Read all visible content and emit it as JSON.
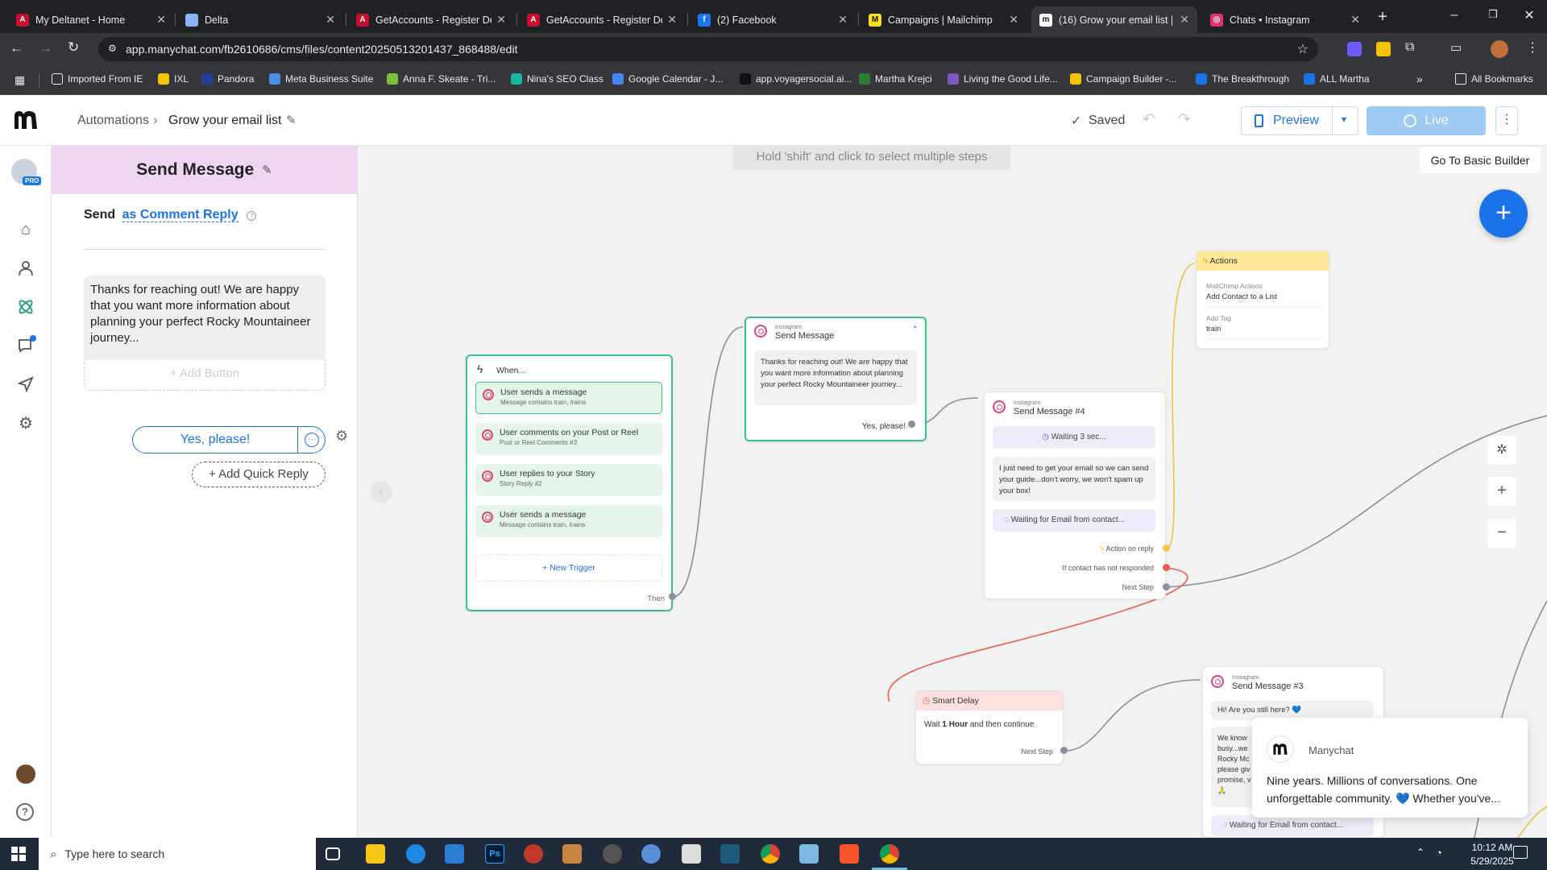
{
  "browser": {
    "tabs": [
      {
        "title": "My Deltanet - Home",
        "color": "#c8102e",
        "glyph": "A"
      },
      {
        "title": "Delta",
        "color": "#8ab4f8",
        "glyph": ""
      },
      {
        "title": "GetAccounts - Register De",
        "color": "#c8102e",
        "glyph": "A"
      },
      {
        "title": "GetAccounts - Register De",
        "color": "#c8102e",
        "glyph": "A"
      },
      {
        "title": "(2) Facebook",
        "color": "#1877f2",
        "glyph": "f"
      },
      {
        "title": "Campaigns | Mailchimp",
        "color": "#ffe01b",
        "glyph": "M"
      },
      {
        "title": "(16) Grow your email list |",
        "color": "#ffffff",
        "glyph": "m"
      },
      {
        "title": "Chats • Instagram",
        "color": "#e1306c",
        "glyph": "◎"
      }
    ],
    "url": "app.manychat.com/fb2610686/cms/files/content20250513201437_868488/edit",
    "bookmarks": [
      "Imported From IE",
      "IXL",
      "Pandora",
      "Meta Business Suite",
      "Anna F. Skeate - Tri...",
      "Nina's SEO Class",
      "Google Calendar - J...",
      "app.voyagersocial.ai...",
      "Martha Krejci",
      "Living the Good Life...",
      "Campaign Builder -...",
      "The Breakthrough",
      "ALL Martha"
    ],
    "all_bookmarks": "All Bookmarks"
  },
  "header": {
    "breadcrumb_root": "Automations",
    "breadcrumb_current": "Grow your email list",
    "saved": "Saved",
    "preview": "Preview",
    "live": "Live"
  },
  "rail": {
    "pro_badge": "PRO"
  },
  "panel": {
    "title": "Send Message",
    "send_prefix": "Send",
    "send_mode": "as Comment Reply",
    "message": "Thanks for reaching out!  We are happy that you want more information about planning your perfect Rocky Mountaineer journey...",
    "add_button": "+ Add Button",
    "quick_reply": "Yes, please!",
    "add_quick_reply": "+ Add Quick Reply"
  },
  "canvas": {
    "hint": "Hold 'shift' and click to select multiple steps",
    "basic_builder": "Go To Basic Builder",
    "trigger_node": {
      "title": "When...",
      "triggers": [
        {
          "label": "User sends a message",
          "sub": "Message contains train, trains"
        },
        {
          "label": "User comments on your Post or Reel",
          "sub": "Post or Reel Comments #3"
        },
        {
          "label": "User replies to your Story",
          "sub": "Story Reply #2"
        },
        {
          "label": "User sends a message",
          "sub": "Message contains train, trains"
        }
      ],
      "new_trigger": "+ New Trigger",
      "then": "Then"
    },
    "send_message_node": {
      "platform": "Instagram",
      "title": "Send Message",
      "text": "Thanks for reaching out! We are happy that you want more information about planning your perfect Rocky Mountaineer journey...",
      "button": "Yes, please!"
    },
    "send_message_4": {
      "platform": "Instagram",
      "title": "Send Message #4",
      "waiting": "Waiting 3 sec...",
      "text": "I just need to get your email so we can send your guide...don't worry, we won't spam up your box!",
      "waiting_email": "Waiting for Email from contact...",
      "action_on_reply": "Action on reply",
      "not_responded": "If contact has not responded",
      "next_step": "Next Step"
    },
    "actions_node": {
      "title": "Actions",
      "mailchimp_label": "MailChimp Actions",
      "mailchimp_value": "Add Contact to a List",
      "tag_label": "Add Tag",
      "tag_value": "train"
    },
    "smart_delay": {
      "title": "Smart Delay",
      "text_prefix": "Wait",
      "amount": "1 Hour",
      "text_suffix": "and then continue",
      "next_step": "Next Step"
    },
    "send_message_3": {
      "platform": "Instagram",
      "title": "Send Message #3",
      "text": "Hi! Are you still here? 💙",
      "partial_lines": [
        "We know",
        "busy...we",
        "Rocky Mc",
        "please giv",
        "promise, v",
        "🙏"
      ],
      "waiting_email": "Waiting for Email from contact..."
    },
    "toast": {
      "brand": "Manychat",
      "text": "Nine years. Millions of conversations. One unforgettable community. 💙 Whether you've..."
    }
  },
  "taskbar": {
    "search_placeholder": "Type here to search",
    "time": "10:12 AM",
    "date": "5/29/2025"
  },
  "colors": {
    "accent_blue": "#1a73e8",
    "trigger_green": "#3ac28a",
    "actions_yellow": "#fde89a",
    "delay_red": "#f05a4a",
    "panel_header": "#f0d5f2"
  }
}
